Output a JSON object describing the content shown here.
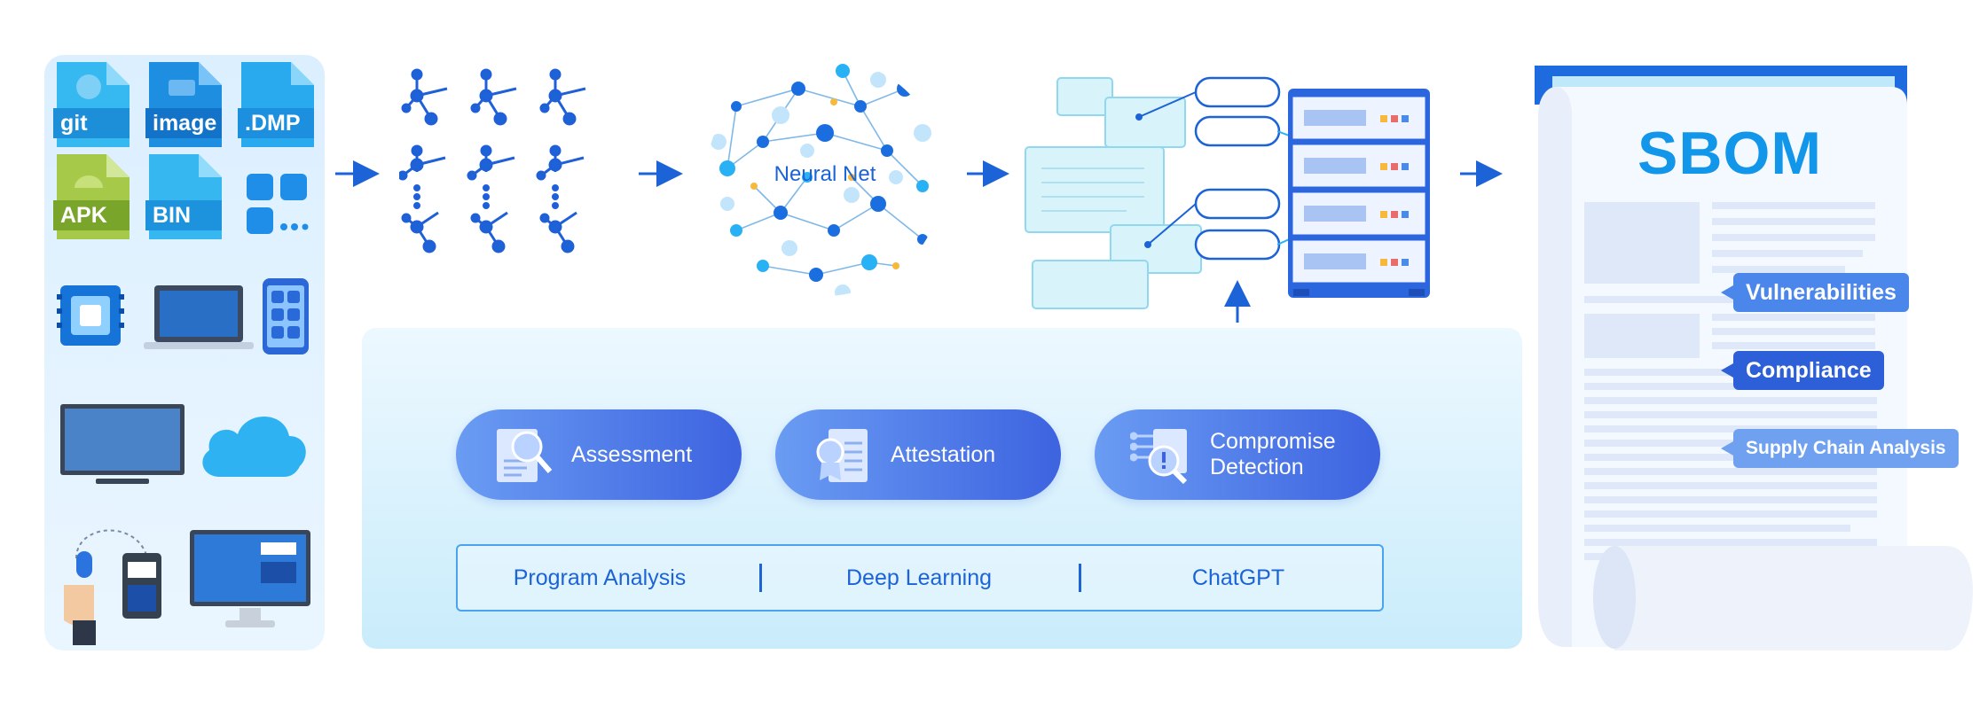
{
  "files": [
    "git",
    "image",
    ".DMP",
    "APK",
    "BIN"
  ],
  "neural_net_label": "Neural Net",
  "tasks": [
    "Assessment",
    "Attestation",
    "Compromise Detection"
  ],
  "techniques": [
    "Program Analysis",
    "Deep Learning",
    "ChatGPT"
  ],
  "sbom": {
    "title": "SBOM",
    "tags": [
      "Vulnerabilities",
      "Compliance",
      "Supply Chain Analysis"
    ]
  },
  "colors": {
    "primary_blue": "#1b63d6",
    "accent_blue": "#3d63e0",
    "sbom_title": "#1296ea",
    "panel_bg": "#dcefff"
  },
  "icons": [
    "git-file-icon",
    "image-file-icon",
    "dmp-file-icon",
    "apk-file-icon",
    "bin-file-icon",
    "apps-grid-icon",
    "chip-icon",
    "laptop-icon",
    "phone-icon",
    "tv-icon",
    "cloud-icon",
    "iot-device-icon",
    "monitor-icon",
    "dependency-graph-icon",
    "neural-net-icon",
    "llm-prompt-icon",
    "server-icon",
    "document-icon"
  ]
}
